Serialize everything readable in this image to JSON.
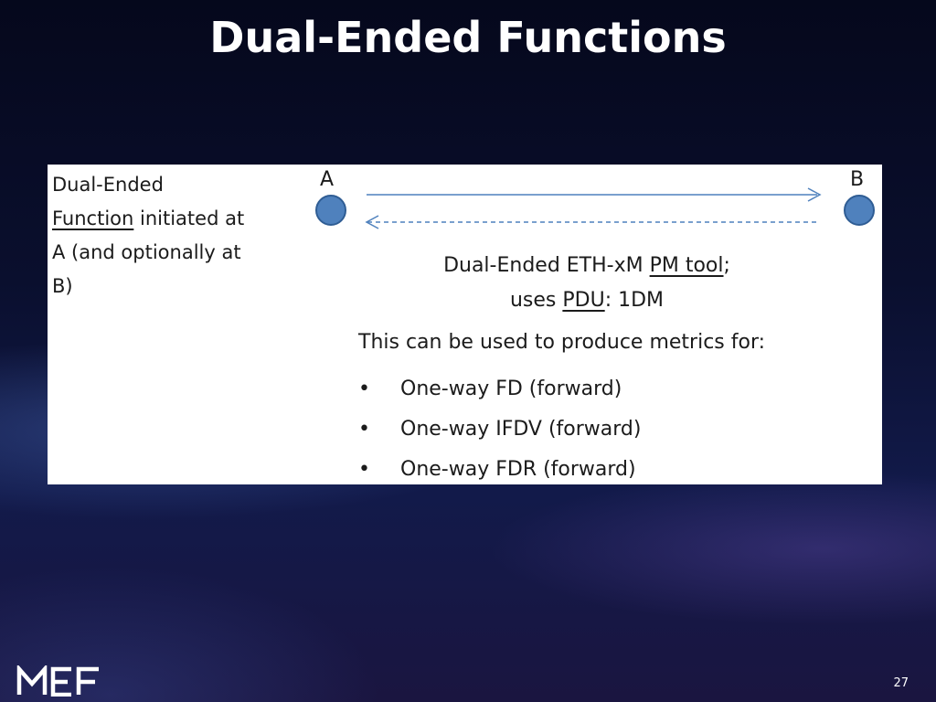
{
  "slide": {
    "title": "Dual-Ended Functions",
    "page_number": "27",
    "logo_text": "MEF"
  },
  "diagram": {
    "left_text": {
      "line1": "Dual-Ended",
      "underlined": "Function",
      "line2_rest": " initiated at",
      "line3": "A (and optionally at",
      "line4": "B)"
    },
    "node_a_label": "A",
    "node_b_label": "B",
    "tool_line1_prefix": "Dual-Ended ETH-xM ",
    "tool_line1_underlined": "PM tool",
    "tool_line1_suffix": ";",
    "tool_line2_prefix": "uses ",
    "tool_line2_underlined": "PDU",
    "tool_line2_suffix": ":  1DM",
    "metrics_heading": "This can be used to produce metrics for:",
    "bullet_symbol": "•",
    "metrics": [
      "One-way FD (forward)",
      "One-way IFDV (forward)",
      "One-way FDR (forward)"
    ],
    "colors": {
      "node_fill": "#4f81bd",
      "arrow": "#4f81bd"
    }
  }
}
